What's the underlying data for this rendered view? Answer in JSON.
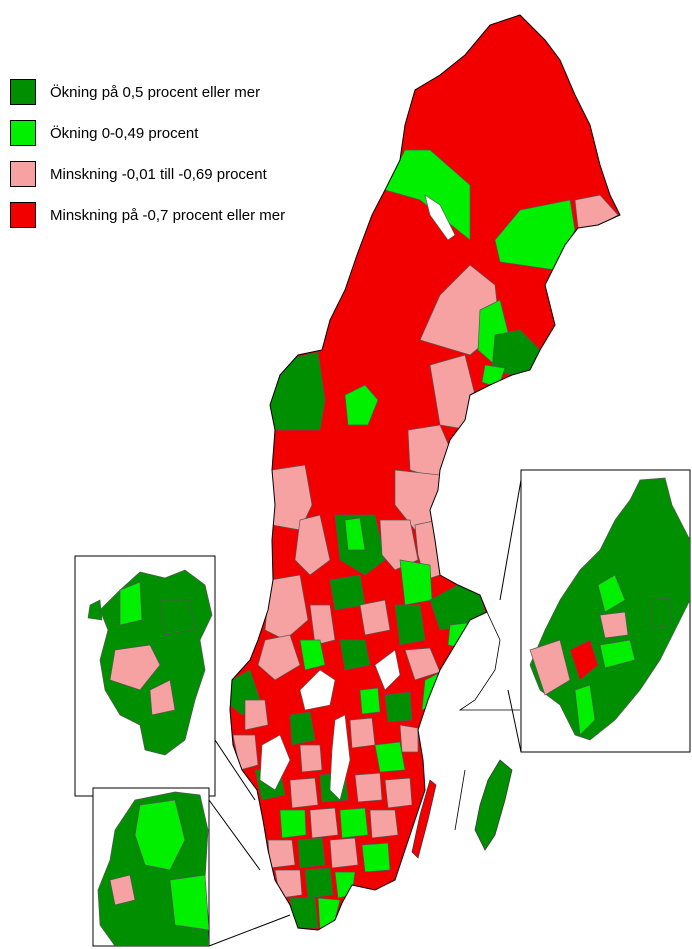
{
  "legend": {
    "items": [
      {
        "label": "Ökning på 0,5 procent eller mer",
        "color": "#008F00"
      },
      {
        "label": "Ökning 0-0,49 procent",
        "color": "#00F000"
      },
      {
        "label": "Minskning -0,01 till -0,69 procent",
        "color": "#F7A2A2"
      },
      {
        "label": "Minskning på -0,7 procent eller mer",
        "color": "#F20000"
      }
    ]
  },
  "colors": {
    "border": "#555555",
    "outline": "#000000",
    "water": "#ffffff"
  }
}
